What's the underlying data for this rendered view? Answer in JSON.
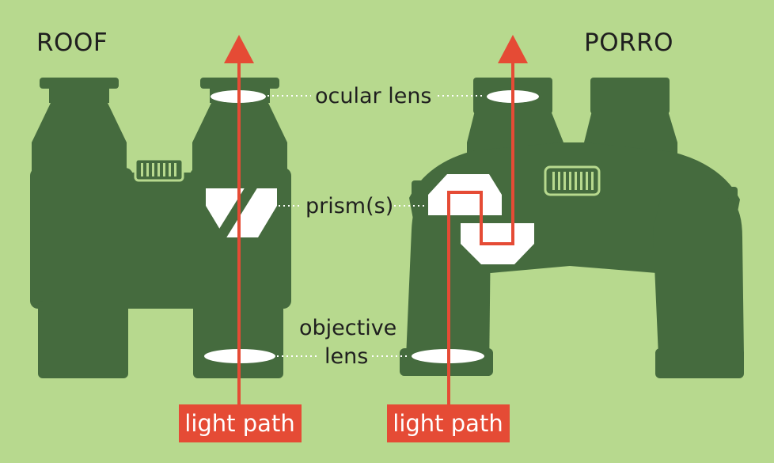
{
  "titles": {
    "roof": "ROOF",
    "porro": "PORRO"
  },
  "labels": {
    "ocular": "ocular lens",
    "prism": "prism(s)",
    "objective_line1": "objective",
    "objective_line2": "lens"
  },
  "tags": {
    "roof": "light path",
    "porro": "light path"
  },
  "colors": {
    "background": "#b7d98e",
    "body": "#456b3e",
    "accent": "#e54b35",
    "lens": "#ffffff",
    "leader": "#ffffff"
  }
}
